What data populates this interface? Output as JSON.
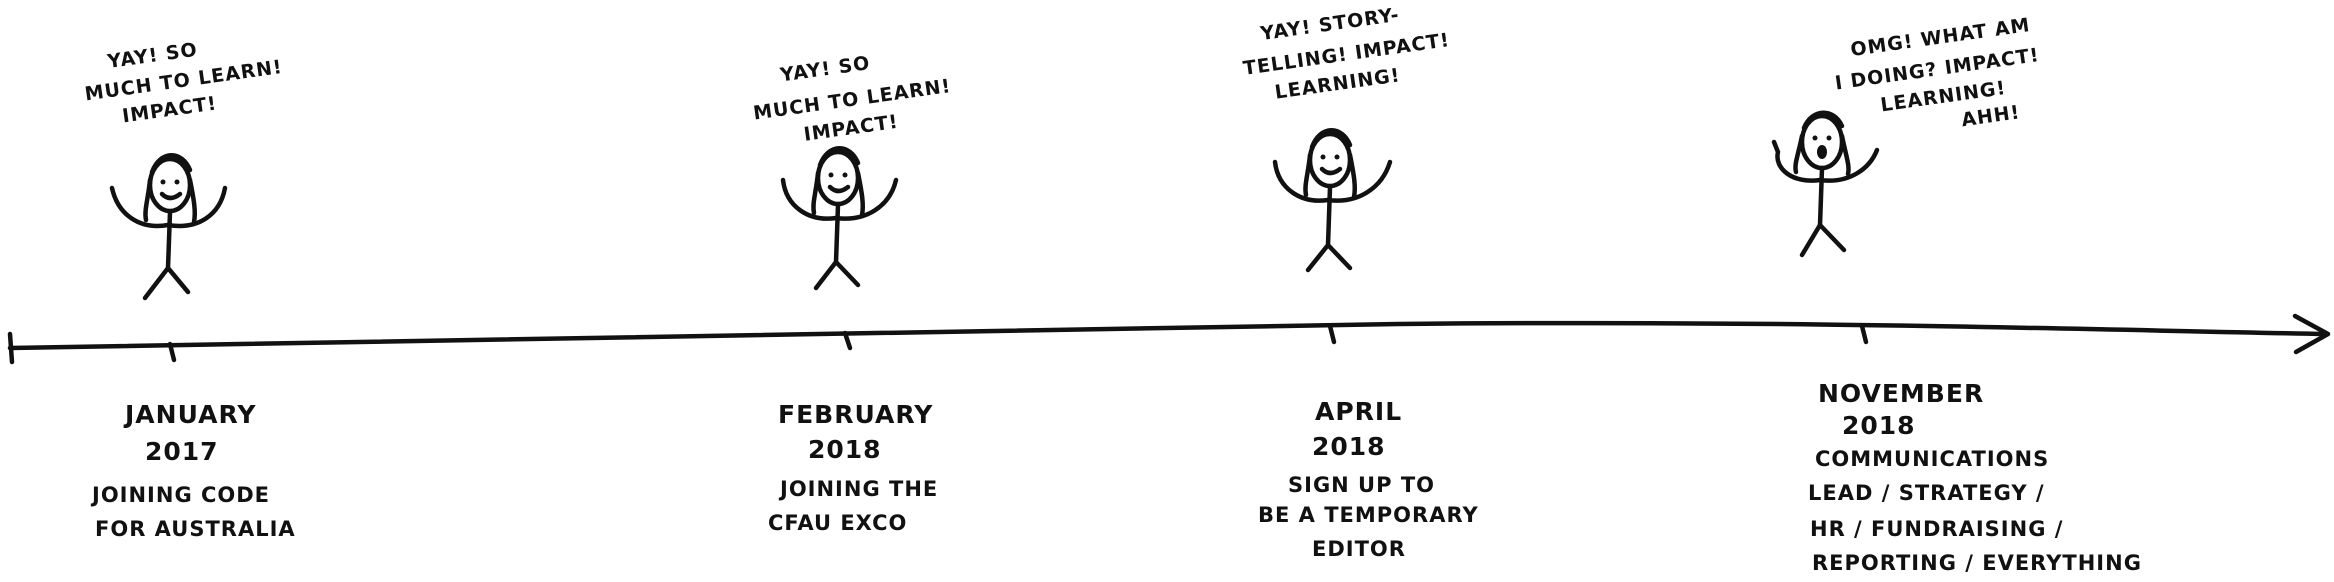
{
  "timeline": {
    "events": [
      {
        "speech": [
          "YAY! SO",
          "MUCH TO LEARN!",
          "IMPACT!"
        ],
        "date": [
          "JANUARY",
          "2017"
        ],
        "description": [
          "JOINING CODE",
          "FOR AUSTRALIA"
        ],
        "mood": "happy"
      },
      {
        "speech": [
          "YAY! SO",
          "MUCH TO LEARN!",
          "IMPACT!"
        ],
        "date": [
          "FEBRUARY",
          "2018"
        ],
        "description": [
          "JOINING THE",
          "CFAU EXCO"
        ],
        "mood": "happy"
      },
      {
        "speech": [
          "YAY! STORY-",
          "TELLING! IMPACT!",
          "LEARNING!"
        ],
        "date": [
          "APRIL",
          "2018"
        ],
        "description": [
          "SIGN UP TO",
          "BE A TEMPORARY",
          "EDITOR"
        ],
        "mood": "happy"
      },
      {
        "speech": [
          "OMG! WHAT AM",
          "I DOING? IMPACT!",
          "LEARNING!",
          "AHH!"
        ],
        "date": [
          "NOVEMBER",
          "2018"
        ],
        "description": [
          "COMMUNICATIONS",
          "LEAD / STRATEGY /",
          "HR / FUNDRAISING /",
          "REPORTING / EVERYTHING"
        ],
        "mood": "shocked"
      }
    ]
  }
}
